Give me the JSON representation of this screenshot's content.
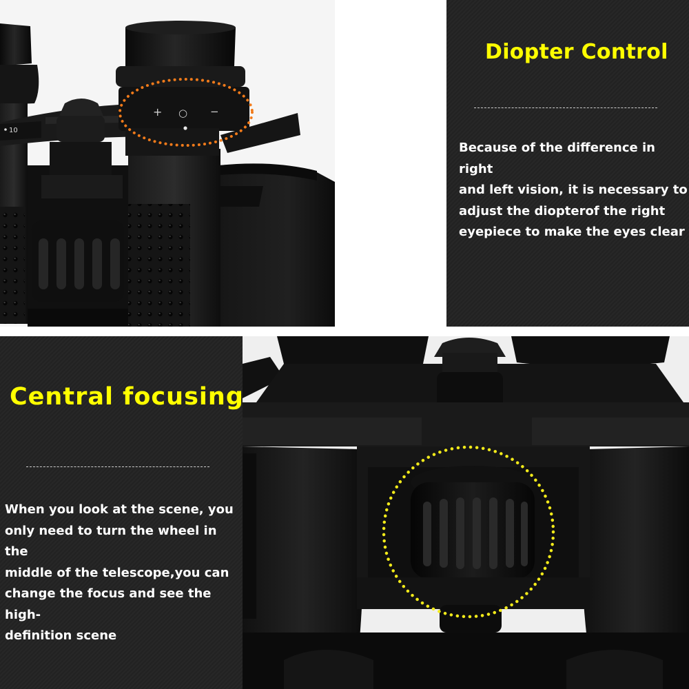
{
  "diopter": {
    "heading": "Diopter Control",
    "body_lines": [
      "Because of the difference in right",
      "and left vision, it is necessary to",
      "adjust the diopterof the right",
      "eyepiece to make the eyes clear"
    ],
    "dial_marks": {
      "plus": "+",
      "zero": "○",
      "minus": "−"
    },
    "scale_label": "10",
    "highlight_color": "#f07a1a"
  },
  "focusing": {
    "heading": "Central focusing",
    "body_lines": [
      "When you look at the scene, you",
      "only need to turn the wheel in the",
      "middle of the telescope,you can",
      "change the focus and see the high-",
      "definition scene"
    ],
    "highlight_color": "#f2ea1a"
  },
  "accent_color": "#ffff00"
}
